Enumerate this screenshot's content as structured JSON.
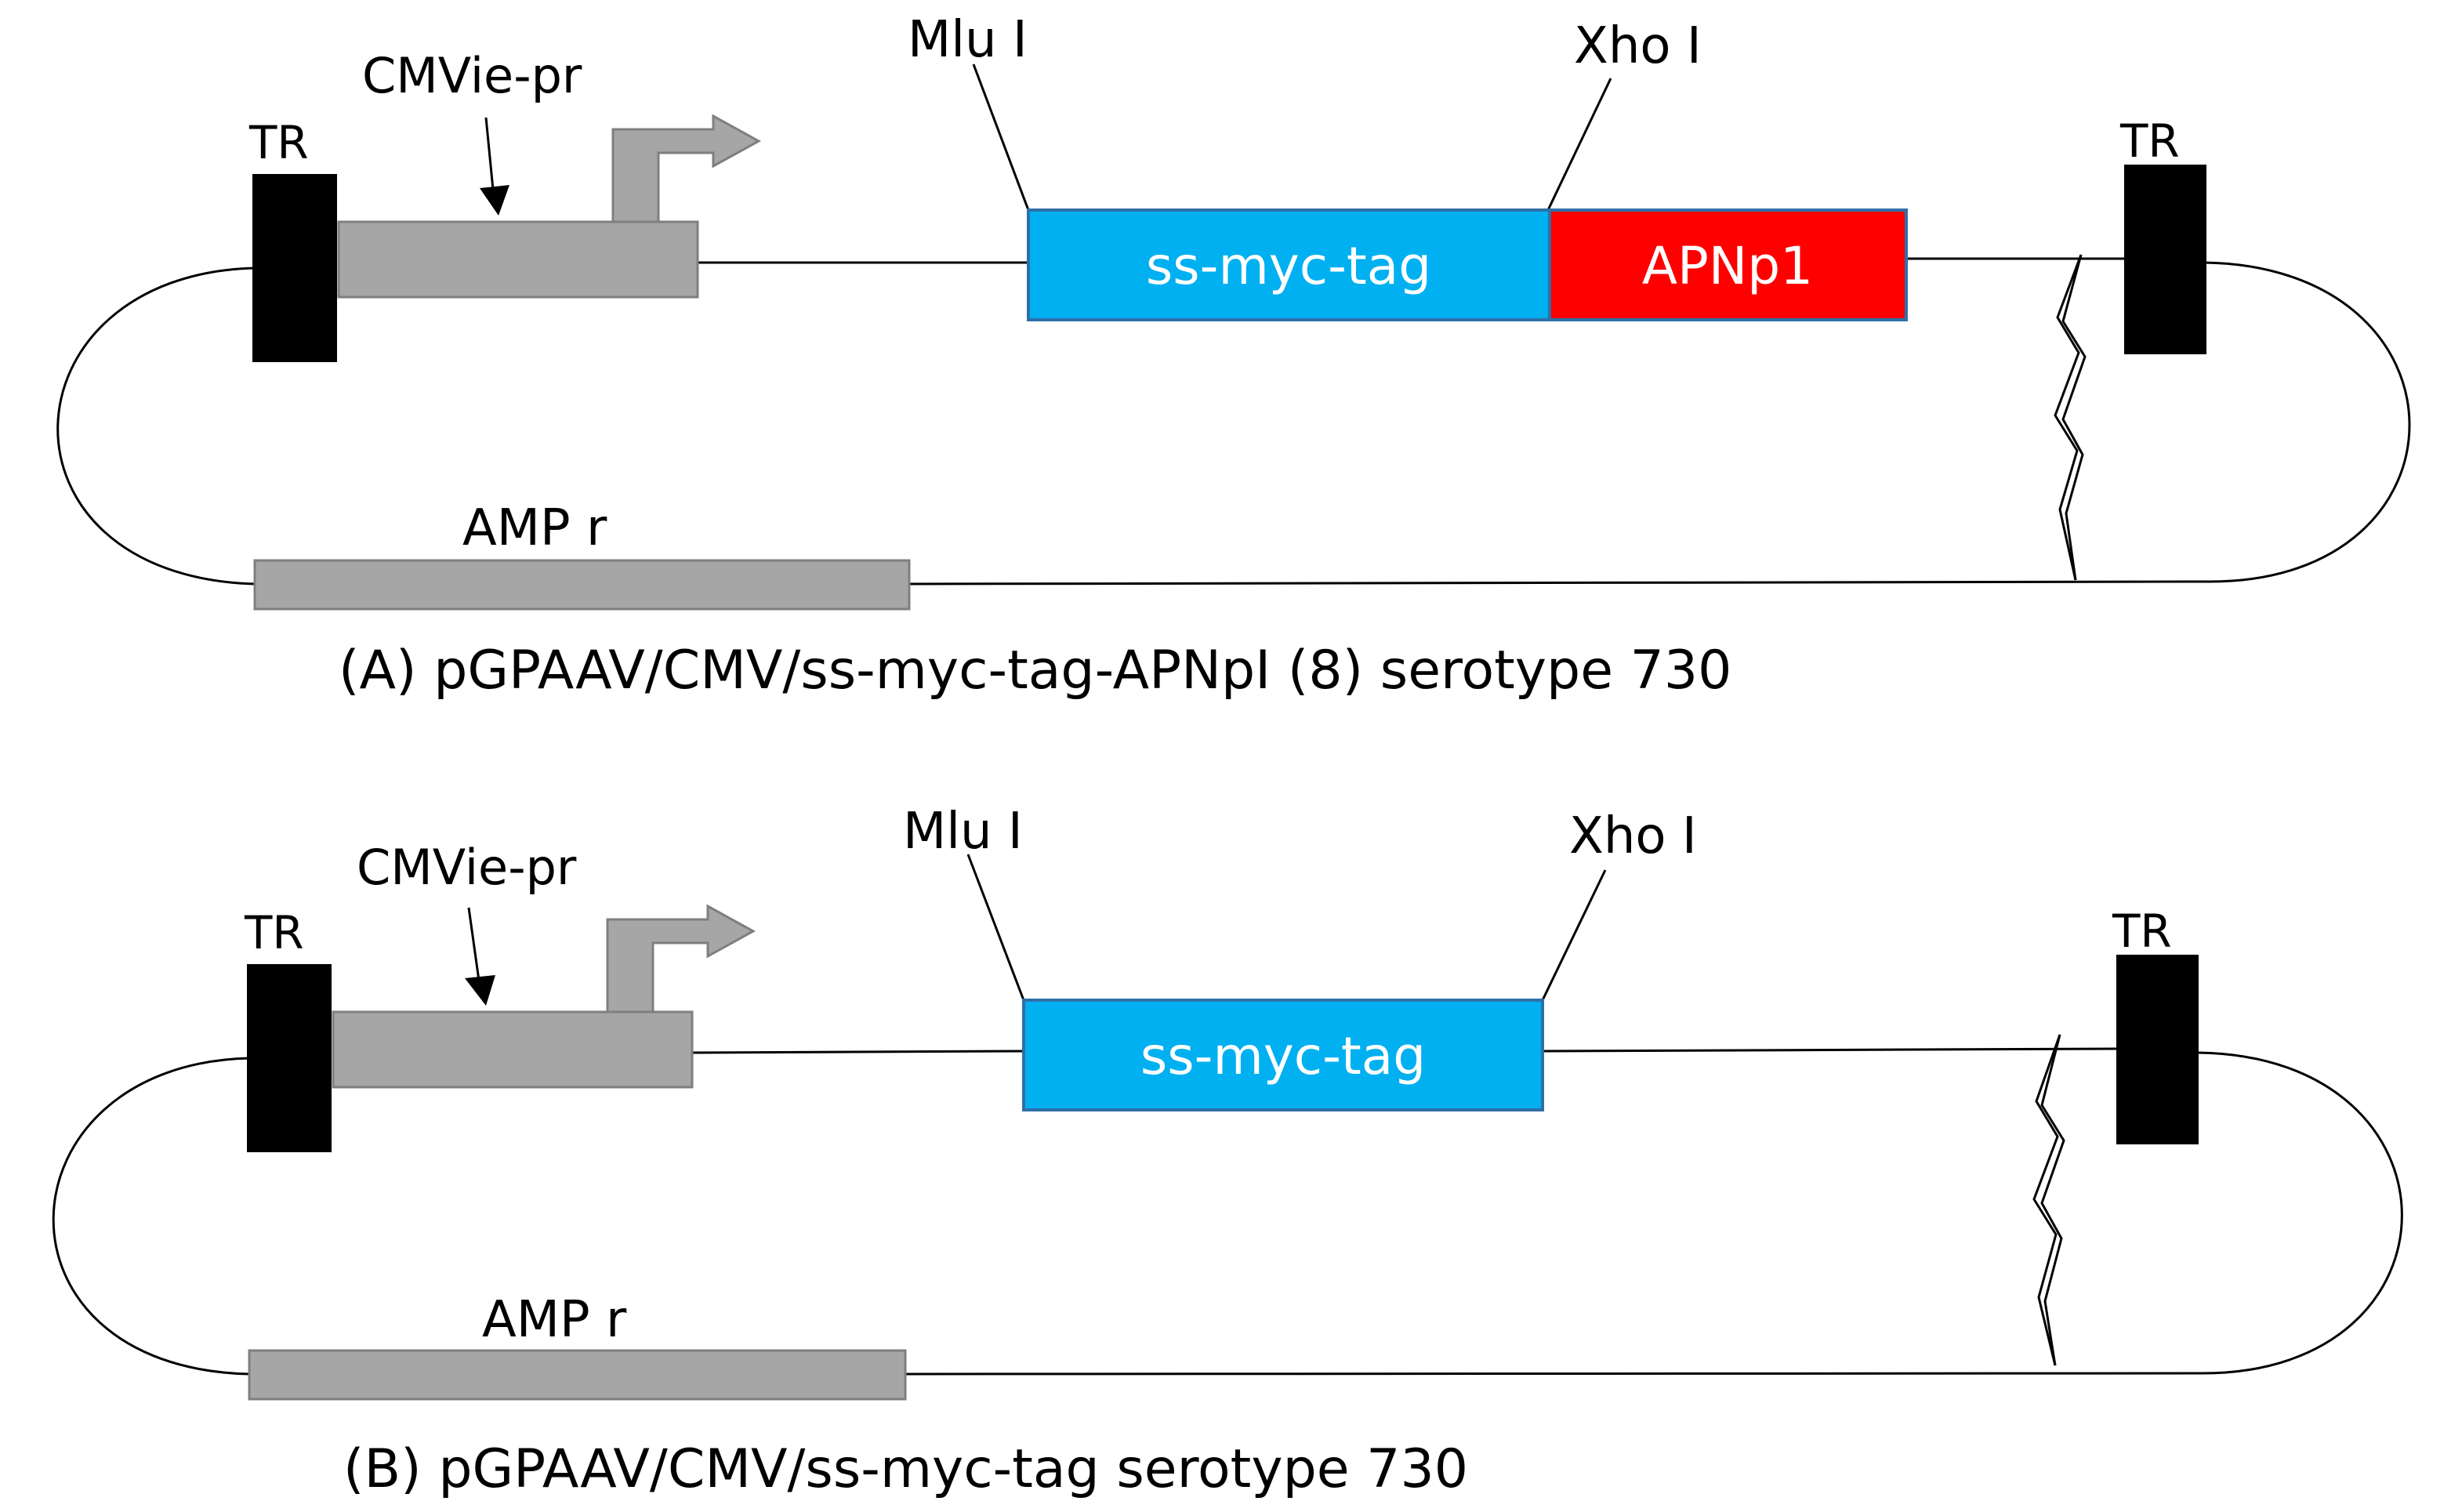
{
  "panels": [
    {
      "id": "A",
      "caption": "(A) pGPAAV/CMV/ss-myc-tag-APNpI (8) serotype 730",
      "promoter_label": "CMVie-pr",
      "tr_left": "TR",
      "tr_right": "TR",
      "site_left": "Mlu I",
      "site_right": "Xho I",
      "insert_label": "ss-myc-tag",
      "gene_label": "APNp1",
      "amp_label": "AMP r"
    },
    {
      "id": "B",
      "caption": "(B) pGPAAV/CMV/ss-myc-tag serotype 730",
      "promoter_label": "CMVie-pr",
      "tr_left": "TR",
      "tr_right": "TR",
      "site_left": "Mlu I",
      "site_right": "Xho I",
      "insert_label": "ss-myc-tag",
      "amp_label": "AMP r"
    }
  ],
  "colors": {
    "insert": "#00b0f0",
    "gene": "#ff0000",
    "element": "#a6a6a6",
    "terminal_repeat": "#000000"
  }
}
